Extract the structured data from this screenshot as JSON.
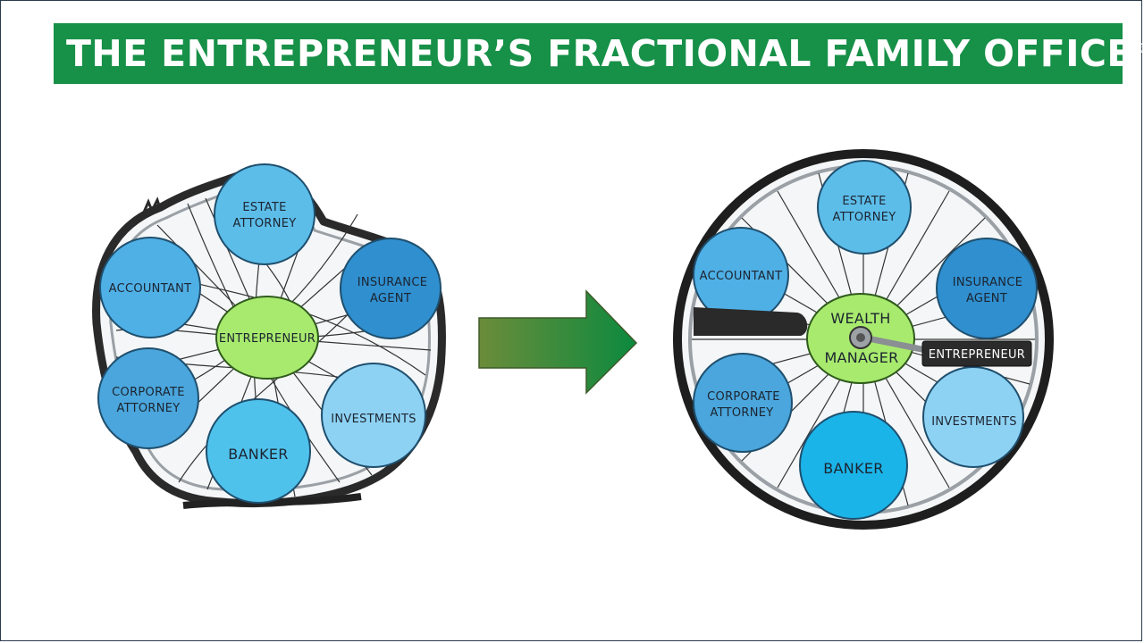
{
  "header": {
    "title": "THE ENTREPRENEUR’S FRACTIONAL FAMILY OFFICE",
    "title_mark": "®"
  },
  "left_wheel": {
    "center": "ENTREPRENEUR",
    "estate_attorney": [
      "ESTATE",
      "ATTORNEY"
    ],
    "accountant": "ACCOUNTANT",
    "insurance_agent": [
      "INSURANCE",
      "AGENT"
    ],
    "corporate_attorney": [
      "CORPORATE",
      "ATTORNEY"
    ],
    "investments": "INVESTMENTS",
    "banker": "BANKER"
  },
  "right_wheel": {
    "center": [
      "WEALTH",
      "MANAGER"
    ],
    "lever_label": "ENTREPRENEUR",
    "estate_attorney": [
      "ESTATE",
      "ATTORNEY"
    ],
    "accountant": "ACCOUNTANT",
    "insurance_agent": [
      "INSURANCE",
      "AGENT"
    ],
    "corporate_attorney": [
      "CORPORATE",
      "ATTORNEY"
    ],
    "investments": "INVESTMENTS",
    "banker": "BANKER"
  },
  "colors": {
    "title_bg": "#179048",
    "circle_light": "#8fd3f4",
    "circle_mid": "#4fb3e6",
    "circle_dark": "#2e8fcf",
    "center_green": "#a8ea6e",
    "arrow_start": "#6b8c3a",
    "arrow_end": "#0c8a3e"
  }
}
